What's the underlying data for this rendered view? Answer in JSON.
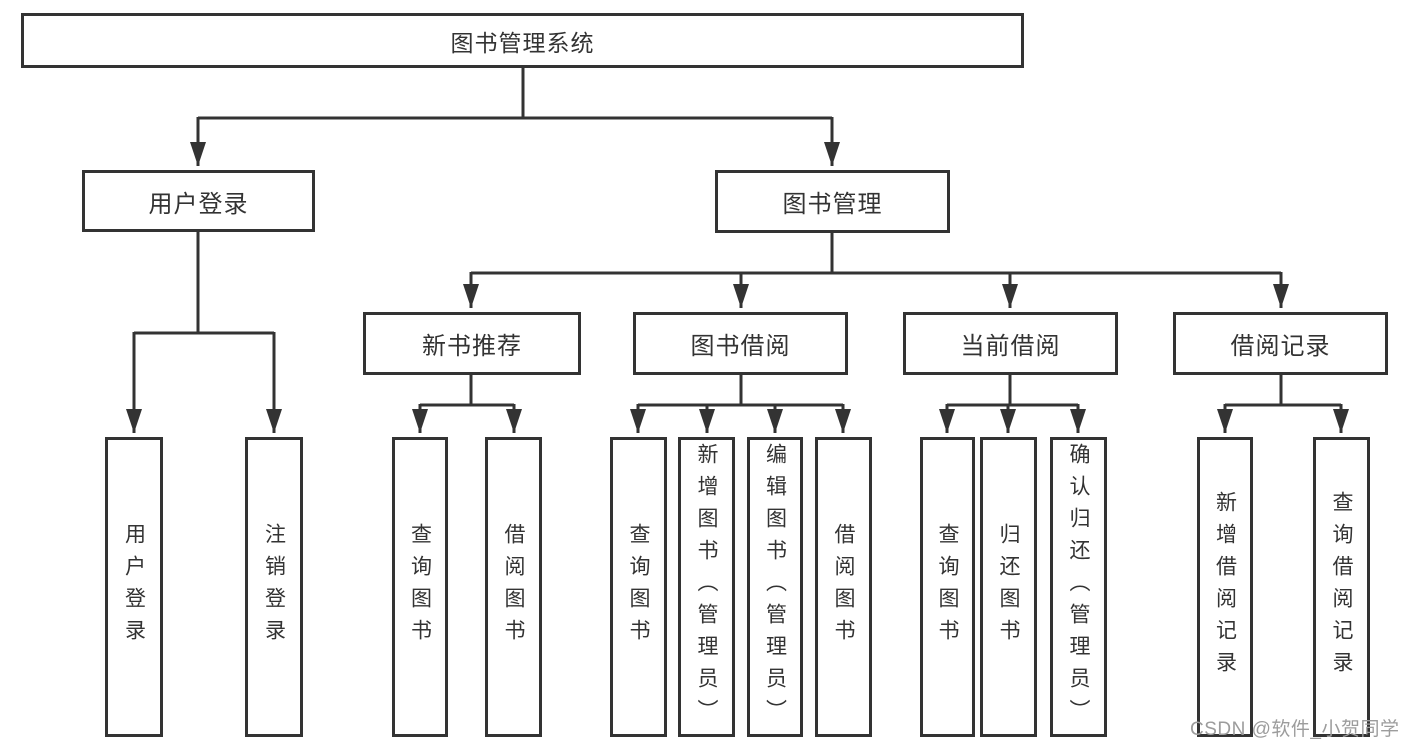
{
  "diagram_type": "tree",
  "tree": {
    "root": {
      "label": "图书管理系统"
    },
    "branches": [
      {
        "label": "用户登录",
        "children": [
          {
            "label": "用户登录"
          },
          {
            "label": "注销登录"
          }
        ]
      },
      {
        "label": "图书管理",
        "children": [
          {
            "label": "新书推荐",
            "children": [
              {
                "label": "查询图书"
              },
              {
                "label": "借阅图书"
              }
            ]
          },
          {
            "label": "图书借阅",
            "children": [
              {
                "label": "查询图书"
              },
              {
                "label": "新增图书（管理员）"
              },
              {
                "label": "编辑图书（管理员）"
              },
              {
                "label": "借阅图书"
              }
            ]
          },
          {
            "label": "当前借阅",
            "children": [
              {
                "label": "查询图书"
              },
              {
                "label": "归还图书"
              },
              {
                "label": "确认归还（管理员）"
              }
            ]
          },
          {
            "label": "借阅记录",
            "children": [
              {
                "label": "新增借阅记录"
              },
              {
                "label": "查询借阅记录"
              }
            ]
          }
        ]
      }
    ]
  },
  "watermark": {
    "text": "CSDN @软件_小贺同学"
  },
  "colors": {
    "line": "#333333",
    "box_border": "#333333",
    "text": "#333333",
    "watermark": "#9c9c9c",
    "background": "#ffffff"
  }
}
